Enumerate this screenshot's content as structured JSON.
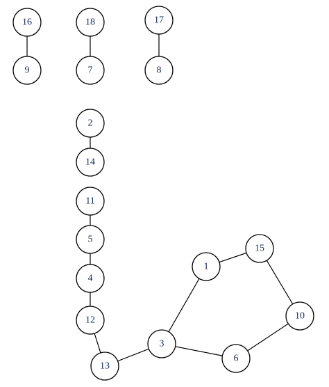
{
  "graph": {
    "nodes": [
      {
        "id": "16",
        "label": "16"
      },
      {
        "id": "9",
        "label": "9"
      },
      {
        "id": "18",
        "label": "18"
      },
      {
        "id": "7",
        "label": "7"
      },
      {
        "id": "17",
        "label": "17"
      },
      {
        "id": "8",
        "label": "8"
      },
      {
        "id": "2",
        "label": "2"
      },
      {
        "id": "14",
        "label": "14"
      },
      {
        "id": "11",
        "label": "11"
      },
      {
        "id": "5",
        "label": "5"
      },
      {
        "id": "4",
        "label": "4"
      },
      {
        "id": "12",
        "label": "12"
      },
      {
        "id": "13",
        "label": "13"
      },
      {
        "id": "3",
        "label": "3"
      },
      {
        "id": "1",
        "label": "1"
      },
      {
        "id": "15",
        "label": "15"
      },
      {
        "id": "10",
        "label": "10"
      },
      {
        "id": "6",
        "label": "6"
      }
    ],
    "edges": [
      {
        "source": "16",
        "target": "9"
      },
      {
        "source": "18",
        "target": "7"
      },
      {
        "source": "17",
        "target": "8"
      },
      {
        "source": "2",
        "target": "14"
      },
      {
        "source": "11",
        "target": "5"
      },
      {
        "source": "5",
        "target": "4"
      },
      {
        "source": "4",
        "target": "12"
      },
      {
        "source": "12",
        "target": "13"
      },
      {
        "source": "13",
        "target": "3"
      },
      {
        "source": "3",
        "target": "1"
      },
      {
        "source": "1",
        "target": "15"
      },
      {
        "source": "15",
        "target": "10"
      },
      {
        "source": "10",
        "target": "6"
      },
      {
        "source": "6",
        "target": "3"
      }
    ]
  }
}
